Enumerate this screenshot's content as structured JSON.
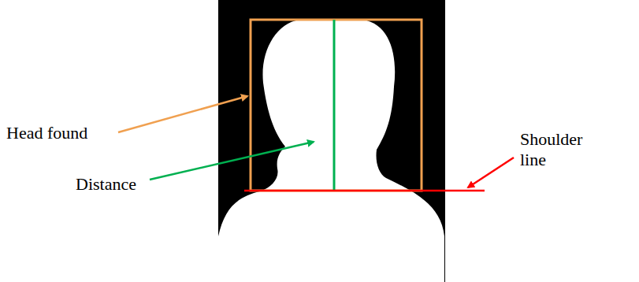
{
  "diagram": {
    "labels": [
      "Head found",
      "Distance",
      "Shoulder line"
    ]
  }
}
